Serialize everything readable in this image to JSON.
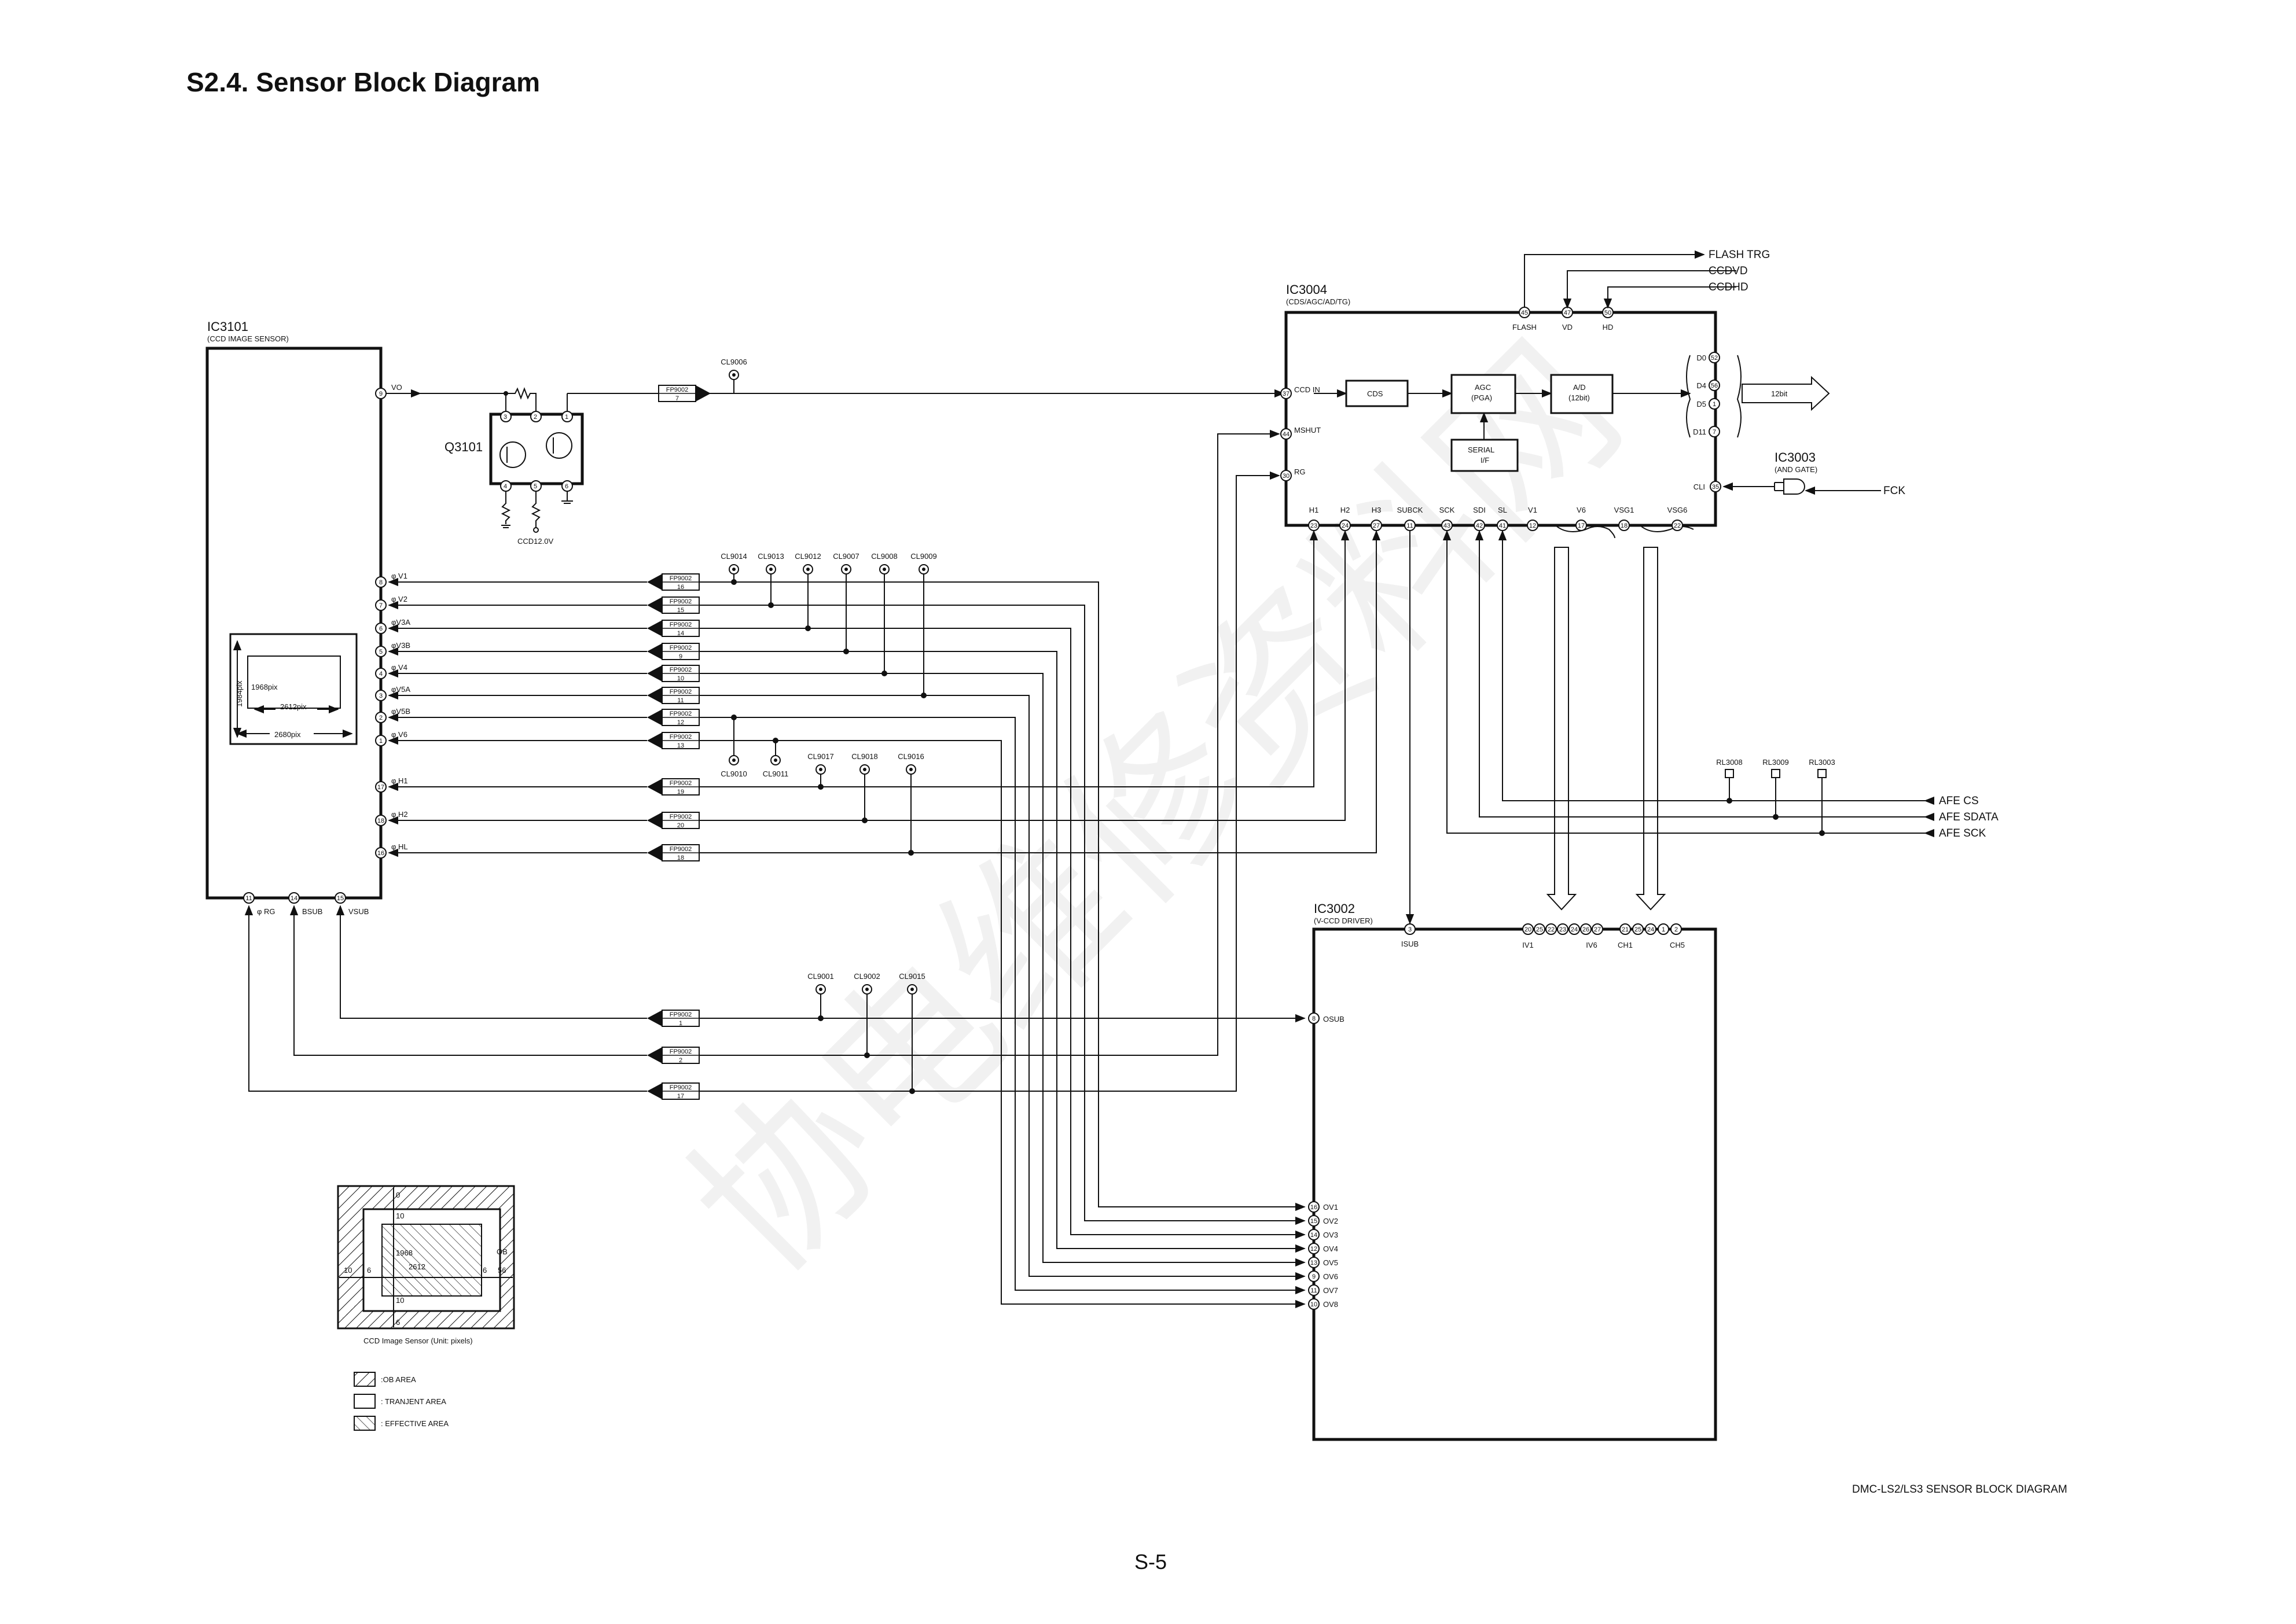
{
  "title": "S2.4. Sensor Block Diagram",
  "page_number": "S-5",
  "footer_model": "DMC-LS2/LS3  SENSOR BLOCK DIAGRAM",
  "watermark": "协电维修资料网",
  "ic3101": {
    "ref": "IC3101",
    "name": "(CCD IMAGE SENSOR)"
  },
  "ic3004": {
    "ref": "IC3004",
    "name": "(CDS/AGC/AD/TG)"
  },
  "ic3002": {
    "ref": "IC3002",
    "name": "(V-CCD DRIVER)"
  },
  "ic3003": {
    "ref": "IC3003",
    "name": "(AND GATE)"
  },
  "q3101": "Q3101",
  "ccd12v": "CCD12.0V",
  "blocks": {
    "cds": "CDS",
    "agc1": "AGC",
    "agc2": "(PGA)",
    "ad1": "A/D",
    "ad2": "(12bit)",
    "serial1": "SERIAL",
    "serial2": "I/F",
    "bus12": "12bit"
  },
  "top_signals": [
    "FLASH TRG",
    "CCDVD",
    "CCDHD"
  ],
  "ic3004_top_pins": [
    {
      "no": "45",
      "label": "FLASH"
    },
    {
      "no": "47",
      "label": "VD"
    },
    {
      "no": "50",
      "label": "HD"
    }
  ],
  "ic3004_left_pins": [
    {
      "no": "37",
      "label": "CCD IN"
    },
    {
      "no": "44",
      "label": "MSHUT"
    },
    {
      "no": "30",
      "label": "RG"
    }
  ],
  "ic3004_right_pins": [
    {
      "no": "52",
      "label": "D0"
    },
    {
      "no": "56",
      "label": "D4"
    },
    {
      "no": "1",
      "label": "D5"
    },
    {
      "no": "7",
      "label": "D11"
    },
    {
      "no": "35",
      "label": "CLI"
    }
  ],
  "ic3004_bottom_pins": [
    {
      "no": "23",
      "label": "H1"
    },
    {
      "no": "24",
      "label": "H2"
    },
    {
      "no": "27",
      "label": "H3"
    },
    {
      "no": "11",
      "label": "SUBCK"
    },
    {
      "no": "43",
      "label": "SCK"
    },
    {
      "no": "42",
      "label": "SDI"
    },
    {
      "no": "41",
      "label": "SL"
    },
    {
      "no": "12",
      "label": "V1"
    },
    {
      "no": "17",
      "label": "V6"
    },
    {
      "no": "18",
      "label": "VSG1"
    },
    {
      "no": "22",
      "label": "VSG6"
    }
  ],
  "fck": "FCK",
  "ccd_pins": [
    {
      "no": "9",
      "label": "VO"
    },
    {
      "no": "8",
      "label": "φ V1"
    },
    {
      "no": "7",
      "label": "φ V2"
    },
    {
      "no": "6",
      "label": "φV3A"
    },
    {
      "no": "5",
      "label": "φV3B"
    },
    {
      "no": "4",
      "label": "φ V4"
    },
    {
      "no": "3",
      "label": "φV5A"
    },
    {
      "no": "2",
      "label": "φV5B"
    },
    {
      "no": "1",
      "label": "φ V6"
    },
    {
      "no": "17",
      "label": "φ H1"
    },
    {
      "no": "18",
      "label": "φ H2"
    },
    {
      "no": "16",
      "label": "φ HL"
    }
  ],
  "ccd_bottom_pins": [
    {
      "no": "11",
      "label": "φ RG"
    },
    {
      "no": "14",
      "label": "BSUB"
    },
    {
      "no": "15",
      "label": "VSUB"
    }
  ],
  "connector": "FP9002",
  "connector_pins": [
    "7",
    "16",
    "15",
    "14",
    "9",
    "10",
    "11",
    "12",
    "13",
    "19",
    "20",
    "18",
    "1",
    "2",
    "17"
  ],
  "q_pins": [
    "3",
    "2",
    "1",
    "4",
    "5",
    "6"
  ],
  "test_points": {
    "cl9006": "CL9006",
    "upper": [
      "CL9014",
      "CL9013",
      "CL9012",
      "CL9007",
      "CL9008",
      "CL9009"
    ],
    "lower": [
      "CL9010",
      "CL9011"
    ],
    "h": [
      "CL9017",
      "CL9018",
      "CL9016"
    ],
    "sub": [
      "CL9001",
      "CL9002",
      "CL9015"
    ]
  },
  "rl": [
    "RL3008",
    "RL3009",
    "RL3003"
  ],
  "afe_signals": [
    "AFE CS",
    "AFE SDATA",
    "AFE SCK"
  ],
  "ic3002_top": {
    "isub": "ISUB",
    "isub_no": "3",
    "iv1": "IV1",
    "iv6": "IV6",
    "ch1": "CH1",
    "ch5": "CH5",
    "iv_nos": [
      "20",
      "25",
      "22",
      "23",
      "24",
      "26",
      "27"
    ],
    "ch_nos": [
      "21",
      "25",
      "24",
      "1",
      "2"
    ]
  },
  "ic3002_osub": {
    "no": "8",
    "label": "OSUB"
  },
  "ic3002_ov": [
    {
      "no": "16",
      "label": "OV1"
    },
    {
      "no": "15",
      "label": "OV2"
    },
    {
      "no": "14",
      "label": "OV3"
    },
    {
      "no": "12",
      "label": "OV4"
    },
    {
      "no": "13",
      "label": "OV5"
    },
    {
      "no": "9",
      "label": "OV6"
    },
    {
      "no": "11",
      "label": "OV7"
    },
    {
      "no": "10",
      "label": "OV8"
    }
  ],
  "sensor_inner": {
    "pix_v": "1984pix",
    "pix_1968": "1968pix",
    "pix_2612": "2612pix",
    "pix_2680": "2680pix"
  },
  "ccd_geom": {
    "caption": "CCD Image Sensor (Unit: pixels)",
    "n0": "0",
    "n10a": "10",
    "n1968": "1968",
    "n2612": "2612",
    "n10b": "10",
    "n6a": "6",
    "n10l": "10",
    "n6l": "6",
    "n6r": "6",
    "n56": "56",
    "ob": "OB"
  },
  "legend": [
    ":OB AREA",
    ": TRANJENT AREA",
    ": EFFECTIVE AREA"
  ]
}
